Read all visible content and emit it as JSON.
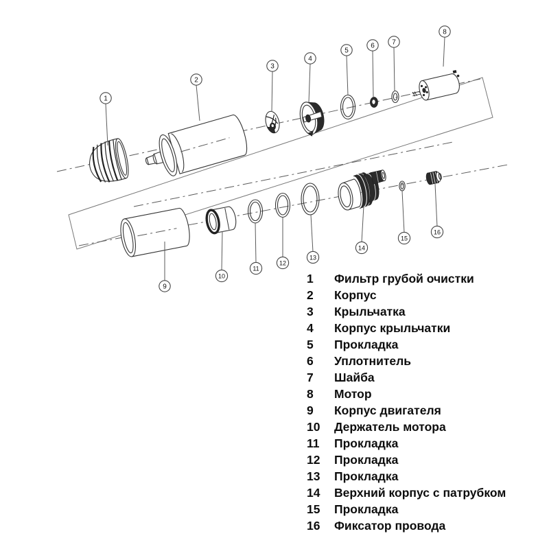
{
  "diagram": {
    "name": "exploded-view-pump-assembly",
    "callout_count": 16
  },
  "parts_list": {
    "items": [
      {
        "num": "1",
        "label": "Фильтр грубой очистки"
      },
      {
        "num": "2",
        "label": "Корпус"
      },
      {
        "num": "3",
        "label": "Крыльчатка"
      },
      {
        "num": "4",
        "label": "Корпус крыльчатки"
      },
      {
        "num": "5",
        "label": "Прокладка"
      },
      {
        "num": "6",
        "label": "Уплотнитель"
      },
      {
        "num": "7",
        "label": "Шайба"
      },
      {
        "num": "8",
        "label": "Мотор"
      },
      {
        "num": "9",
        "label": "Корпус двигателя"
      },
      {
        "num": "10",
        "label": "Держатель мотора"
      },
      {
        "num": "11",
        "label": "Прокладка"
      },
      {
        "num": "12",
        "label": "Прокладка"
      },
      {
        "num": "13",
        "label": "Прокладка"
      },
      {
        "num": "14",
        "label": "Верхний корпус с патрубком"
      },
      {
        "num": "15",
        "label": "Прокладка"
      },
      {
        "num": "16",
        "label": "Фиксатор провода"
      }
    ]
  },
  "colors": {
    "background": "#ffffff",
    "line": "#555555",
    "part_outline": "#333333",
    "dark_fill": "#2b2b2b",
    "text": "#0d0d0d"
  }
}
